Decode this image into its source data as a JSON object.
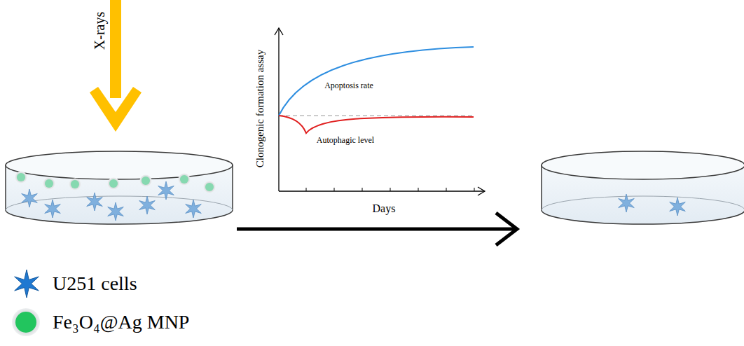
{
  "diagram": {
    "labels": [
      "X-rays",
      "Clonogenic formation assay",
      "Apoptosis rate",
      "Autophagic level",
      "Days"
    ],
    "legend": [
      {
        "text": "U251 cells"
      },
      {
        "text": "Fe₃O₄@Ag MNP"
      }
    ]
  }
}
